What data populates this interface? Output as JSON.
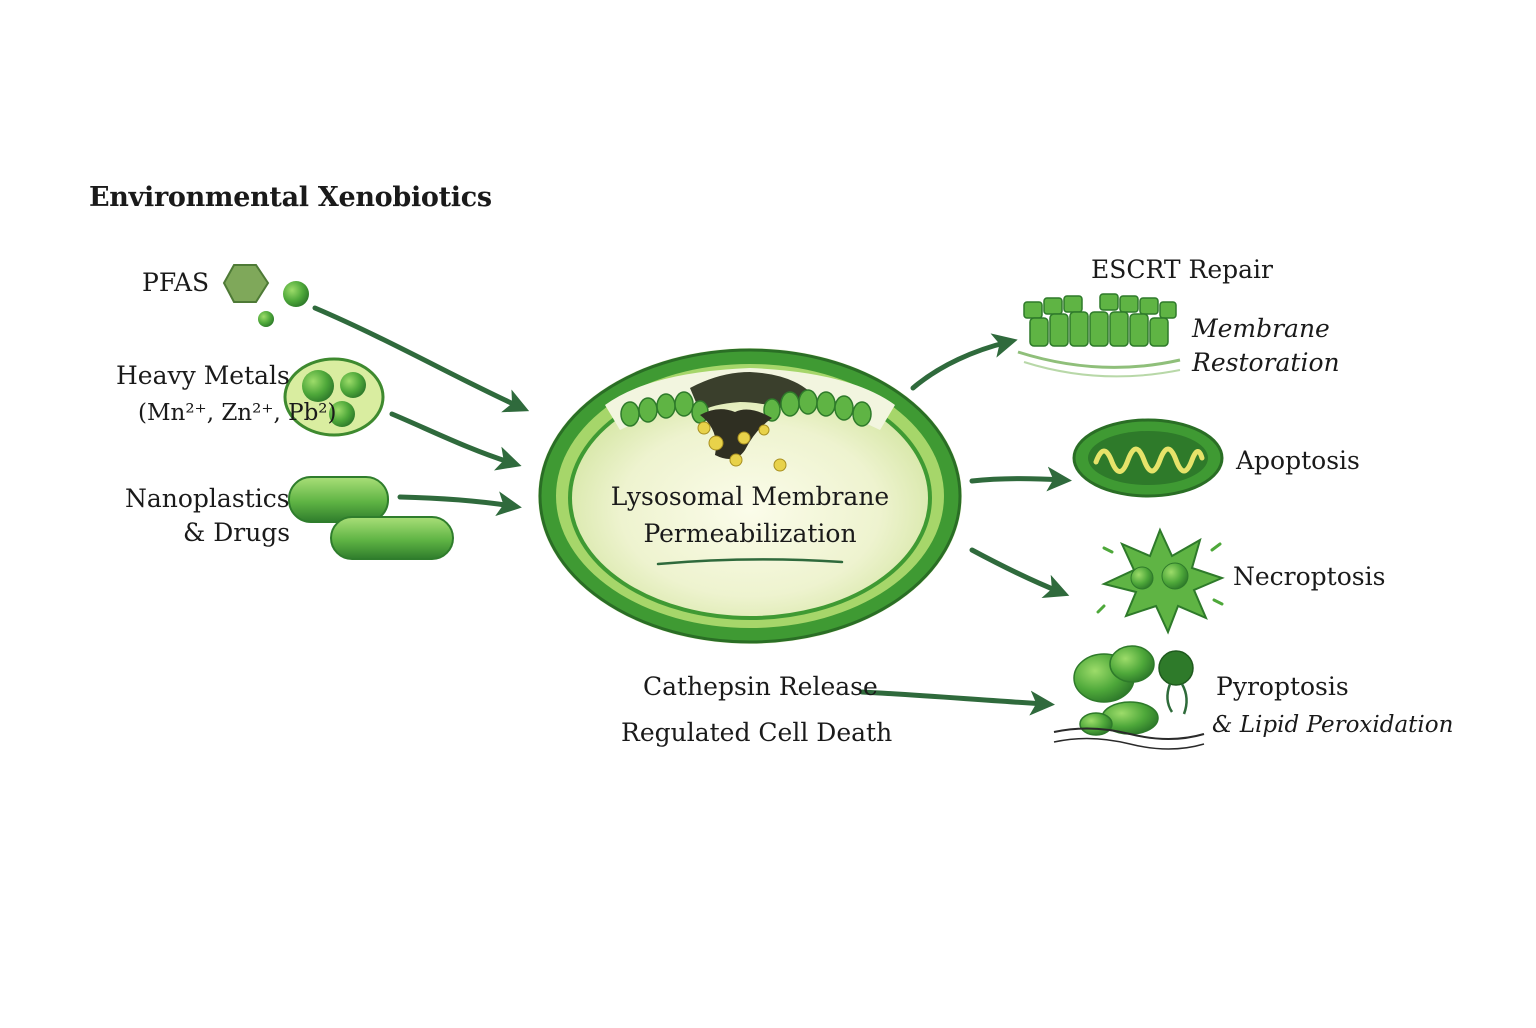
{
  "title": "Environmental Xenobiotics",
  "sources": {
    "pfas": "PFAS",
    "heavy_metals": "Heavy Metals",
    "heavy_metals_ions": "(Mn²⁺, Zn²⁺, Pb²)",
    "nanoplastics_line1": "Nanoplastics",
    "nanoplastics_line2": "& Drugs"
  },
  "center": {
    "line1": "Lysosomal Membrane",
    "line2": "Permeabilization"
  },
  "bottom": {
    "cathepsin": "Cathepsin Release",
    "regulated": "Regulated Cell Death"
  },
  "outcomes": {
    "escrt": "ESCRT Repair",
    "membrane_line1": "Membrane",
    "membrane_line2": "Restoration",
    "apoptosis": "Apoptosis",
    "necroptosis": "Necroptosis",
    "pyroptosis": "Pyroptosis",
    "lipid": "& Lipid Peroxidation"
  },
  "colors": {
    "dark_green": "#2e6b3a",
    "mid_green": "#4ea83a",
    "light_green": "#8fcf5e",
    "pale_fill": "#eef3cf",
    "arrow": "#2f6a3c"
  }
}
